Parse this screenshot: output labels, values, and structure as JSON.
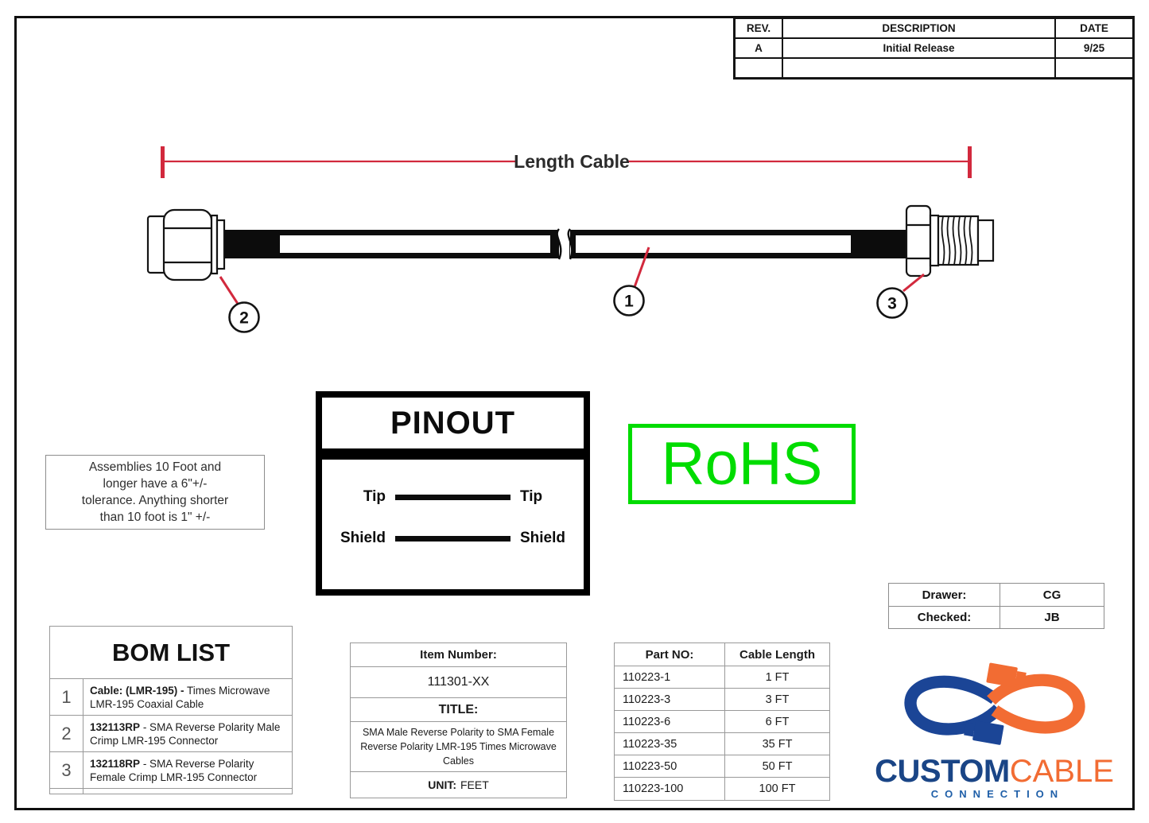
{
  "revision_table": {
    "headers": [
      "REV.",
      "DESCRIPTION",
      "DATE"
    ],
    "rows": [
      {
        "rev": "A",
        "description": "Initial Release",
        "date": "9/25"
      },
      {
        "rev": "",
        "description": "",
        "date": ""
      }
    ]
  },
  "diagram": {
    "dimension_label": "Length Cable",
    "callout_cable": "1",
    "callout_left_connector": "2",
    "callout_right_connector": "3"
  },
  "tolerance_note": {
    "lines": [
      "Assemblies 10 Foot and",
      "longer have a 6\"+/-",
      "tolerance. Anything shorter",
      "than 10 foot is 1\" +/-"
    ]
  },
  "pinout": {
    "title": "PINOUT",
    "rows": [
      {
        "left": "Tip",
        "right": "Tip"
      },
      {
        "left": "Shield",
        "right": "Shield"
      }
    ]
  },
  "rohs_label": "RoHS",
  "approval": {
    "rows": [
      {
        "label": "Drawer:",
        "value": "CG"
      },
      {
        "label": "Checked:",
        "value": "JB"
      }
    ]
  },
  "bom": {
    "title": "BOM LIST",
    "items": [
      {
        "num": "1",
        "part": "Cable: (LMR-195) -",
        "desc": " Times Microwave LMR-195 Coaxial Cable"
      },
      {
        "num": "2",
        "part": "132113RP",
        "desc": " - SMA Reverse Polarity Male Crimp LMR-195 Connector"
      },
      {
        "num": "3",
        "part": "132118RP",
        "desc": " - SMA Reverse Polarity Female Crimp LMR-195 Connector"
      }
    ]
  },
  "item_info": {
    "item_number_label": "Item Number:",
    "item_number": "111301-XX",
    "title_label": "TITLE:",
    "title": "SMA Male Reverse Polarity to SMA Female Reverse Polarity LMR-195 Times Microwave Cables",
    "unit_label": "UNIT:",
    "unit": "FEET"
  },
  "part_table": {
    "headers": [
      "Part NO:",
      "Cable Length"
    ],
    "rows": [
      {
        "part_no": "110223-1",
        "length": "1 FT"
      },
      {
        "part_no": "110223-3",
        "length": "3 FT"
      },
      {
        "part_no": "110223-6",
        "length": "6 FT"
      },
      {
        "part_no": "110223-35",
        "length": "35 FT"
      },
      {
        "part_no": "110223-50",
        "length": "50 FT"
      },
      {
        "part_no": "110223-100",
        "length": "100 FT"
      }
    ]
  },
  "logo": {
    "word1": "CUSTOM",
    "word2": "CABLE",
    "subtitle": "CONNECTION"
  },
  "colors": {
    "accent_red": "#d2293d",
    "rohs_green": "#00dc00",
    "logo_blue": "#1a4586",
    "logo_orange": "#f26c33",
    "connection_blue": "#1f5fa8"
  }
}
